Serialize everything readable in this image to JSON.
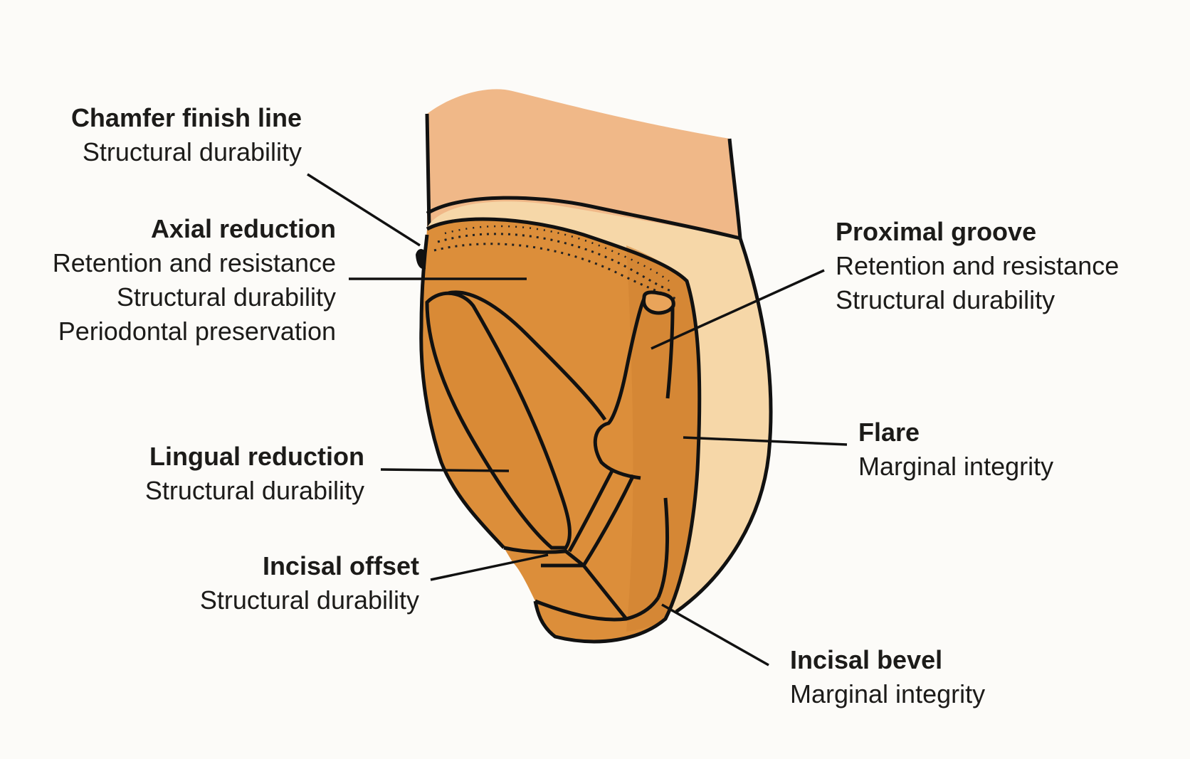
{
  "colors": {
    "background": "#fcfbf8",
    "tooth_gingival": "#f0b888",
    "tooth_enamel": "#f6d7a8",
    "prep_surface": "#dc8e3a",
    "prep_surface_dark": "#cf8232",
    "outline": "#111111",
    "text": "#1c1b19"
  },
  "labels": [
    {
      "id": "chamfer-finish-line",
      "title": "Chamfer finish line",
      "lines": [
        "Structural durability"
      ]
    },
    {
      "id": "axial-reduction",
      "title": "Axial reduction",
      "lines": [
        "Retention and resistance",
        "Structural durability",
        "Periodontal preservation"
      ]
    },
    {
      "id": "lingual-reduction",
      "title": "Lingual reduction",
      "lines": [
        "Structural durability"
      ]
    },
    {
      "id": "incisal-offset",
      "title": "Incisal offset",
      "lines": [
        "Structural durability"
      ]
    },
    {
      "id": "proximal-groove",
      "title": "Proximal groove",
      "lines": [
        "Retention and resistance",
        "Structural durability"
      ]
    },
    {
      "id": "flare",
      "title": "Flare",
      "lines": [
        "Marginal integrity"
      ]
    },
    {
      "id": "incisal-bevel",
      "title": "Incisal bevel",
      "lines": [
        "Marginal integrity"
      ]
    }
  ]
}
